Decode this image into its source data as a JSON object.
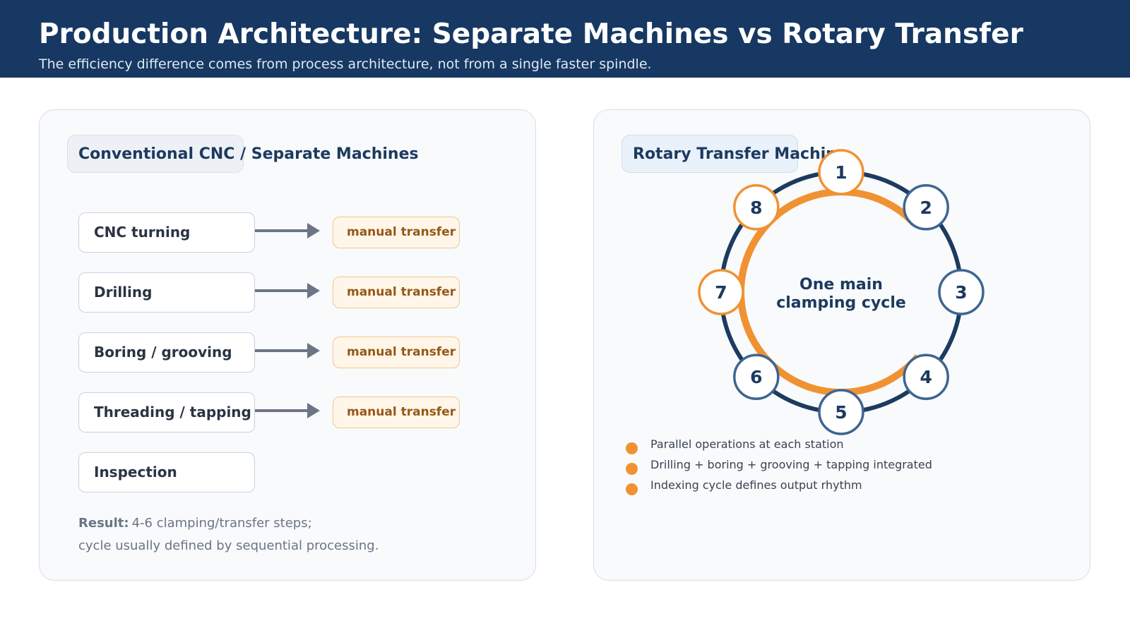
{
  "header": {
    "title": "Production Architecture: Separate Machines vs Rotary Transfer",
    "subtitle": "The efficiency difference comes from process architecture, not from a single faster spindle."
  },
  "left_panel": {
    "title": "Conventional CNC / Separate Machines",
    "steps": [
      {
        "label": "CNC turning",
        "transfer": "manual transfer"
      },
      {
        "label": "Drilling",
        "transfer": "manual transfer"
      },
      {
        "label": "Boring / grooving",
        "transfer": "manual transfer"
      },
      {
        "label": "Threading / tapping",
        "transfer": "manual transfer"
      },
      {
        "label": "Inspection"
      }
    ],
    "result_label": "Result:",
    "result_line1": "4-6 clamping/transfer steps;",
    "result_line2": "cycle usually defined by sequential processing."
  },
  "right_panel": {
    "title": "Rotary Transfer Machine",
    "center_line1": "One main",
    "center_line2": "clamping cycle",
    "stations": [
      "1",
      "2",
      "3",
      "4",
      "5",
      "6",
      "7",
      "8"
    ],
    "active_stations": [
      "1",
      "7",
      "8"
    ],
    "bullets": [
      "Parallel operations at each station",
      "Drilling + boring + grooving + tapping integrated",
      "Indexing cycle defines output rhythm"
    ]
  },
  "colors": {
    "header_bg": "#163863",
    "navy": "#1d3a5f",
    "orange": "#f09232",
    "station_blue": "#3e6591"
  }
}
